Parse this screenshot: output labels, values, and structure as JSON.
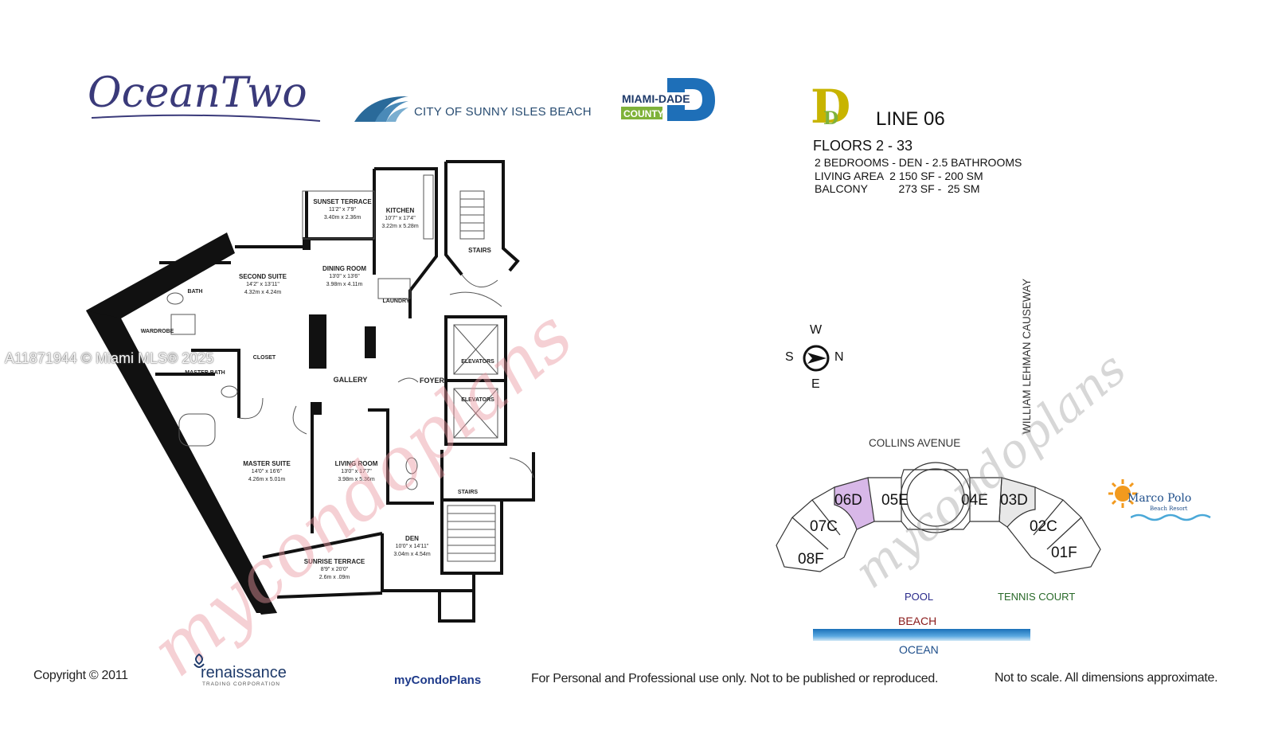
{
  "header": {
    "ocean_two_logo": "OceanTwo",
    "sunny_isles_logo": "CITY OF SUNNY ISLES BEACH",
    "miami_dade_logo_top": "MIAMI-DADE",
    "miami_dade_logo_bottom": "COUNTY",
    "line_logo": "DD",
    "line_title": "LINE 06"
  },
  "specs": {
    "floors": "FLOORS 2 - 33",
    "bedrooms": "2 BEDROOMS - DEN - 2.5 BATHROOMS",
    "living_area": "LIVING AREA  2 150 SF - 200 SM",
    "balcony": "BALCONY          273 SF -  25 SM"
  },
  "compass": {
    "w": "W",
    "s": "S",
    "n": "N",
    "e": "E"
  },
  "site_plan": {
    "collins": "COLLINS AVENUE",
    "causeway": "WILLIAM LEHMAN CAUSEWAY",
    "units": [
      "06D",
      "05E",
      "04E",
      "03D",
      "07C",
      "02C",
      "08F",
      "01F"
    ],
    "pool": "POOL",
    "tennis": "TENNIS COURT",
    "beach": "BEACH",
    "ocean": "OCEAN",
    "marco_polo": "Marco Polo",
    "marco_polo_sub": "Beach Resort"
  },
  "rooms": {
    "sunset_terrace": {
      "name": "SUNSET TERRACE",
      "dim1": "11'2\" x 7'9\"",
      "dim2": "3.40m x 2.36m"
    },
    "kitchen": {
      "name": "KITCHEN",
      "dim1": "10'7\" x 17'4\"",
      "dim2": "3.22m x 5.28m"
    },
    "stairs_top": {
      "name": "STAIRS"
    },
    "second_suite": {
      "name": "SECOND SUITE",
      "dim1": "14'2\" x 13'11\"",
      "dim2": "4.32m x 4.24m"
    },
    "dining_room": {
      "name": "DINING ROOM",
      "dim1": "13'0\" x 13'6\"",
      "dim2": "3.98m x 4.11m"
    },
    "bath": {
      "name": "BATH"
    },
    "laundry": {
      "name": "LAUNDRY"
    },
    "wardrobe": {
      "name": "WARDROBE"
    },
    "closet": {
      "name": "CLOSET"
    },
    "master_bath": {
      "name": "MASTER BATH"
    },
    "elevators1": {
      "name": "ELEVATORS"
    },
    "elevators2": {
      "name": "ELEVATORS"
    },
    "gallery": {
      "name": "GALLERY"
    },
    "foyer": {
      "name": "FOYER"
    },
    "master_suite": {
      "name": "MASTER SUITE",
      "dim1": "14'0\" x 16'6\"",
      "dim2": "4.26m x 5.01m"
    },
    "living_room": {
      "name": "LIVING ROOM",
      "dim1": "13'0\" x 17'7\"",
      "dim2": "3.98m x 5.36m"
    },
    "stairs_bottom": {
      "name": "STAIRS"
    },
    "den": {
      "name": "DEN",
      "dim1": "10'0\" x 14'11\"",
      "dim2": "3.04m x 4.54m"
    },
    "sunrise_terrace": {
      "name": "SUNRISE TERRACE",
      "dim1": "8'9\" x 20'0\"",
      "dim2": "2.6m x .09m"
    }
  },
  "watermarks": {
    "mls": "A11871944 © Miami MLS® 2025",
    "mycondoplans": "mycondoplans"
  },
  "footer": {
    "copyright": "Copyright © 2011",
    "renaissance": "renaissance",
    "renaissance_sub": "TRADING CORPORATION",
    "mycondoplans": "myCondoPlans",
    "usage": "For Personal and Professional use only.  Not to be published or reproduced.",
    "scale": "Not to scale.  All dimensions approximate."
  },
  "colors": {
    "ocean_logo": "#3a3a7a",
    "sunny_blue": "#2a6a9a",
    "miami_blue": "#1e6fb8",
    "miami_green": "#7fb23a",
    "dd_gold": "#c8b400",
    "highlight_unit": "#d8b8e8",
    "ocean_bar": "#2a86c8",
    "beach_text": "#8a1a1a",
    "pool_text": "#2a2a8a",
    "tennis_text": "#2a6a2a",
    "watermark_pink": "#e8a0a8"
  }
}
